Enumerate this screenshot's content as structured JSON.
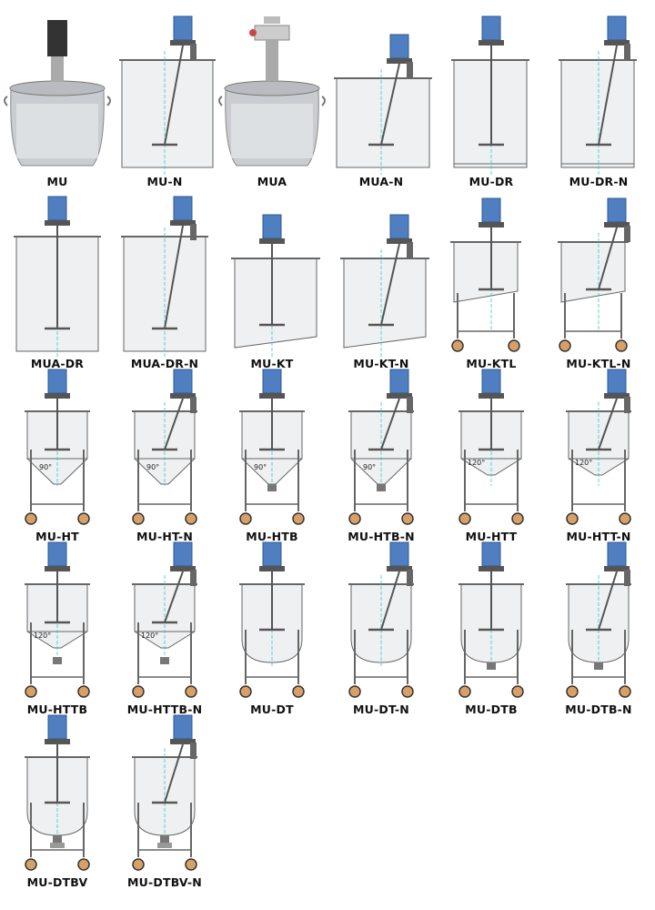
{
  "products": [
    {
      "name": "MU"
    },
    {
      "name": "MU-N"
    },
    {
      "name": "MUA"
    },
    {
      "name": "MUA-N"
    },
    {
      "name": "MU-DR"
    },
    {
      "name": "MU-DR-N"
    },
    {
      "name": "MUA-DR"
    },
    {
      "name": "MUA-DR-N"
    },
    {
      "name": "MU-KT"
    },
    {
      "name": "MU-KT-N"
    },
    {
      "name": "MU-KTL"
    },
    {
      "name": "MU-KTL-N"
    },
    {
      "name": "MU-HT",
      "angle": "90°"
    },
    {
      "name": "MU-HT-N",
      "angle": "90°"
    },
    {
      "name": "MU-HTB",
      "angle": "90°"
    },
    {
      "name": "MU-HTB-N",
      "angle": "90°"
    },
    {
      "name": "MU-HTT",
      "angle": "120°"
    },
    {
      "name": "MU-HTT-N",
      "angle": "120°"
    },
    {
      "name": "MU-HTTB",
      "angle": "120°"
    },
    {
      "name": "MU-HTTB-N",
      "angle": "120°"
    },
    {
      "name": "MU-DT"
    },
    {
      "name": "MU-DT-N"
    },
    {
      "name": "MU-DTB"
    },
    {
      "name": "MU-DTB-N"
    },
    {
      "name": "MU-DTBV"
    },
    {
      "name": "MU-DTBV-N"
    }
  ],
  "colors": {
    "motor": "#4f7fc0",
    "line": "#666666",
    "tank_fill": "#eef0f1",
    "axis": "#35c6d6",
    "wheel": "#d9a066"
  }
}
